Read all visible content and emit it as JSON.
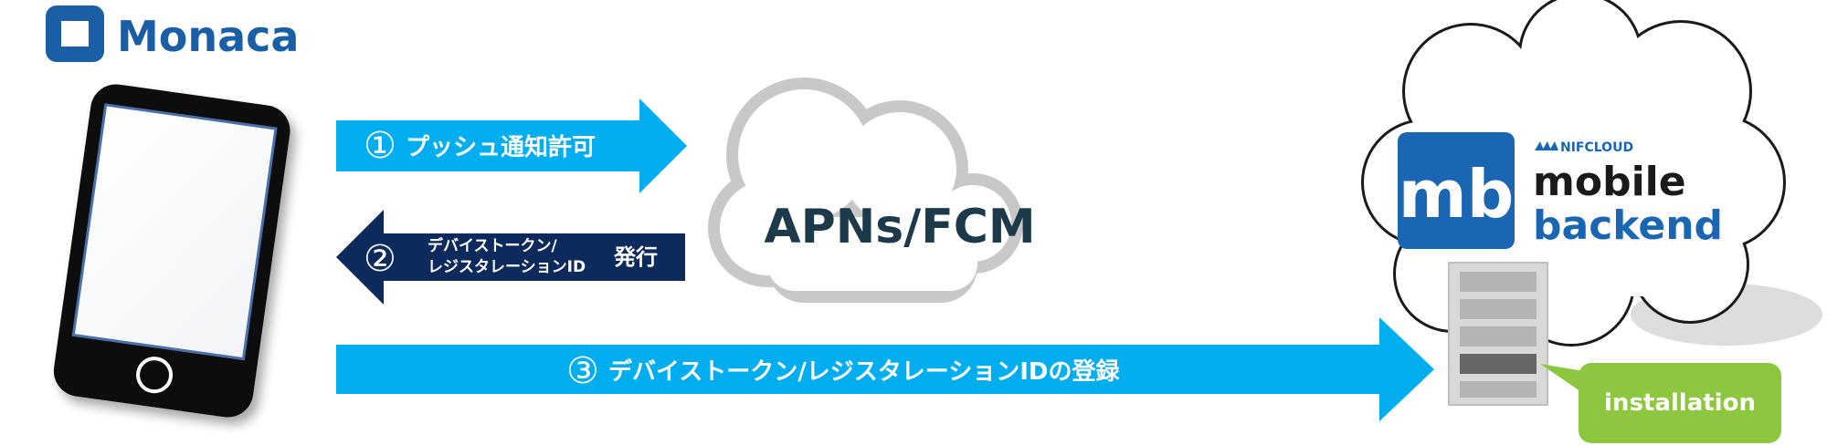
{
  "brand": {
    "name": "Monaca",
    "icon": "monaca-logo-icon",
    "color": "#1a5fa6"
  },
  "cloud": {
    "label": "APNs/FCM",
    "outline_color": "#c8c8c8",
    "text_color": "#1d3a4a"
  },
  "arrows": {
    "step1": {
      "num": "①",
      "label": "プッシュ通知許可",
      "color": "#00aeef"
    },
    "step2": {
      "num": "②",
      "label_line1": "デバイストークン/",
      "label_line2": "レジスタレーションID",
      "label_suffix": "発行",
      "color": "#0d2a5c"
    },
    "step3": {
      "num": "③",
      "label": "デバイストークン/レジスタレーションIDの登録",
      "color": "#00aeef"
    }
  },
  "backend": {
    "logo_icon": "mb-logo-icon",
    "logo_letters": "mb",
    "provider": "NIFCLOUD",
    "product_line1": "mobile",
    "product_line2": "backend",
    "brand_color": "#1a66b3",
    "server_icon": "server-stack-icon"
  },
  "callout": {
    "label": "installation",
    "color": "#8dc63f"
  }
}
